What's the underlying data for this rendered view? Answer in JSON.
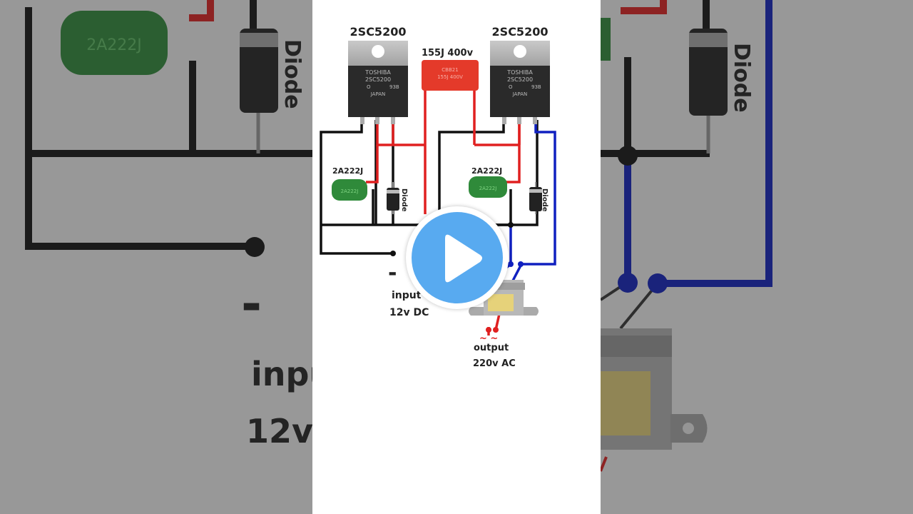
{
  "diagram": {
    "transistor_left": {
      "label": "2SC5200",
      "marking": [
        "TOSHIBA",
        "2SC5200",
        "O",
        "JAPAN"
      ],
      "code": "93B"
    },
    "transistor_right": {
      "label": "2SC5200",
      "marking": [
        "TOSHIBA",
        "2SC5200",
        "O",
        "JAPAN"
      ],
      "code": "93B"
    },
    "capacitor": {
      "label": "155J 400v",
      "marking": [
        "CBB21",
        "155J 400V"
      ]
    },
    "resistor_left": {
      "label": "2A222J",
      "marking": "2A222J"
    },
    "resistor_right": {
      "label": "2A222J",
      "marking": "2A222J"
    },
    "diode_left": {
      "label": "Diode"
    },
    "diode_right": {
      "label": "Diode"
    },
    "input": {
      "sign": "-",
      "line1": "input",
      "line2": "12v DC"
    },
    "output": {
      "tilde": "~ ~",
      "line1": "output",
      "line2": "220v AC"
    }
  },
  "background": {
    "diode_label": "Diode",
    "resistor_marking": "2A222J",
    "input_sign": "-",
    "input_word": "inpu",
    "input_voltage": "12v"
  },
  "colors": {
    "red_wire": "#e02020",
    "blue_wire": "#1020c0",
    "black_wire": "#111111",
    "play": "#58aaf0"
  }
}
